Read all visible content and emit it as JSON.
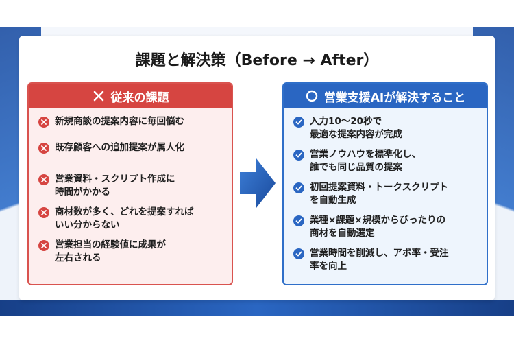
{
  "title": "課題と解決策（Before → After）",
  "before": {
    "heading": "従来の課題",
    "items": [
      "新規商談の提案内容に毎回悩む",
      "既存顧客への追加提案が属人化",
      "営業資料・スクリプト作成に\n時間がかかる",
      "商材数が多く、どれを提案すれば\nいい分からない",
      "営業担当の経験値に成果が\n左右される"
    ]
  },
  "after": {
    "heading": "営業支援AIが解決すること",
    "items": [
      "入力10〜20秒で\n最適な提案内容が完成",
      "営業ノウハウを標準化し、\n誰でも同じ品質の提案",
      "初回提案資料・トークスクリプト\nを自動生成",
      "業種×課題×規模からぴったりの\n商材を自動選定",
      "営業時間を削減し、アポ率・受注\n率を向上"
    ]
  },
  "colors": {
    "problem_red": "#d64541",
    "solution_blue": "#2a66c2",
    "frame_navy": "#1d4fa3"
  },
  "icons": {
    "before_heading": "x-mark-icon",
    "after_heading": "circle-icon",
    "before_bullet": "x-circle-icon",
    "after_bullet": "check-circle-icon",
    "transition": "right-arrow-icon"
  }
}
